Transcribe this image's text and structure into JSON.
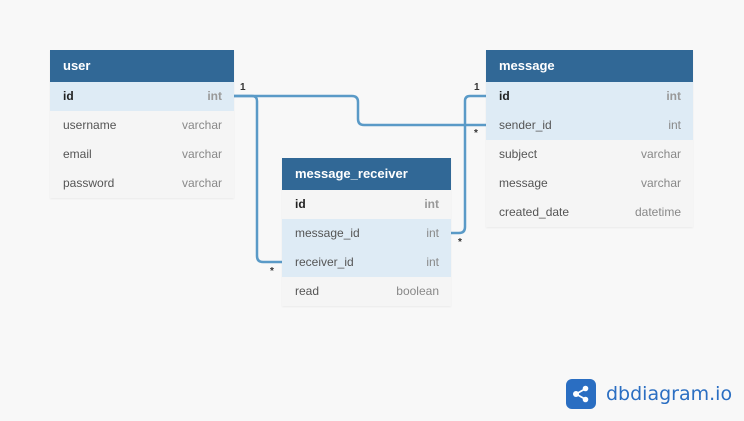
{
  "tables": {
    "user": {
      "name": "user",
      "fields": [
        {
          "name": "id",
          "type": "int"
        },
        {
          "name": "username",
          "type": "varchar"
        },
        {
          "name": "email",
          "type": "varchar"
        },
        {
          "name": "password",
          "type": "varchar"
        }
      ]
    },
    "message_receiver": {
      "name": "message_receiver",
      "fields": [
        {
          "name": "id",
          "type": "int"
        },
        {
          "name": "message_id",
          "type": "int"
        },
        {
          "name": "receiver_id",
          "type": "int"
        },
        {
          "name": "read",
          "type": "boolean"
        }
      ]
    },
    "message": {
      "name": "message",
      "fields": [
        {
          "name": "id",
          "type": "int"
        },
        {
          "name": "sender_id",
          "type": "int"
        },
        {
          "name": "subject",
          "type": "varchar"
        },
        {
          "name": "message",
          "type": "varchar"
        },
        {
          "name": "created_date",
          "type": "datetime"
        }
      ]
    }
  },
  "relations": {
    "user_to_receiver": {
      "from": "user.id",
      "to": "message_receiver.receiver_id",
      "from_label": "1",
      "to_label": "*"
    },
    "user_to_sender": {
      "from": "user.id",
      "to": "message.sender_id",
      "from_label": "1",
      "to_label": "*"
    },
    "message_to_receiver": {
      "from": "message.id",
      "to": "message_receiver.message_id",
      "from_label": "1",
      "to_label": "*"
    }
  },
  "brand": {
    "name": "dbdiagram.io",
    "icon": "share-icon"
  },
  "colors": {
    "header": "#316896",
    "highlight": "#deebf5",
    "connector": "#5a9ac7",
    "brand": "#2a6ec2"
  }
}
